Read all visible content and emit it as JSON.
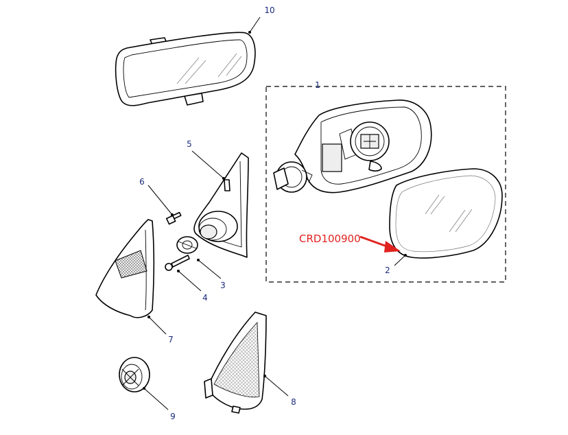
{
  "callouts": {
    "c1": "1",
    "c2": "2",
    "c3": "3",
    "c4": "4",
    "c5": "5",
    "c6": "6",
    "c7": "7",
    "c8": "8",
    "c9": "9",
    "c10": "10"
  },
  "reference_code": "CRD100900",
  "colors": {
    "callout": "#1a2a7a",
    "reference": "#e0231f",
    "line": "#000000"
  }
}
